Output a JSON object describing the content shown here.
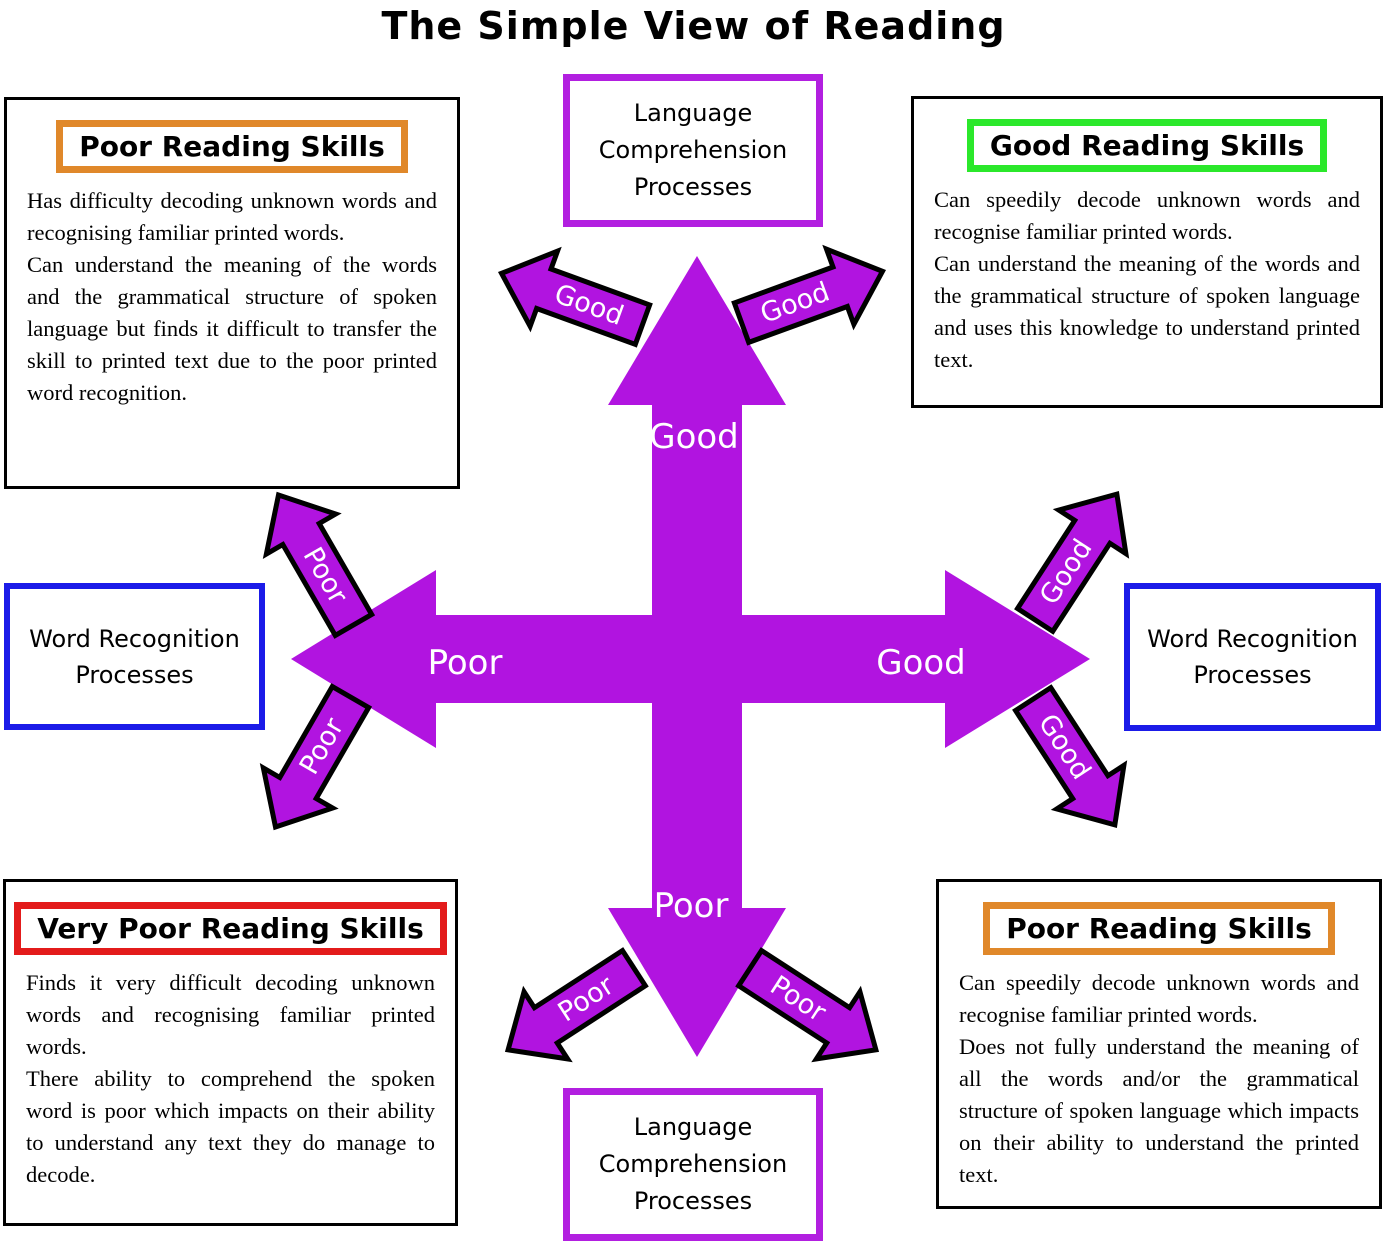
{
  "title": "The Simple View of Reading",
  "colors": {
    "arrow_purple": "#B114E0",
    "center_box_border_purple": "#B21FE0",
    "word_box_border_blue": "#1B1BE8",
    "header_border_orange": "#E0882A",
    "header_border_green": "#2BE82B",
    "header_border_red": "#E31B1B"
  },
  "center_boxes": {
    "top": "Language Comprehension Processes",
    "bottom": "Language Comprehension Processes",
    "left": "Word Recognition Processes",
    "right": "Word Recognition Processes"
  },
  "axis_labels": {
    "vertical_up": "Good",
    "vertical_down": "Poor",
    "horizontal_left": "Poor",
    "horizontal_right": "Good"
  },
  "small_arrows": {
    "top_left": "Good",
    "top_right": "Good",
    "left_upper": "Poor",
    "left_lower": "Poor",
    "right_upper": "Good",
    "right_lower": "Good",
    "bottom_left": "Poor",
    "bottom_right": "Poor"
  },
  "corner_boxes": {
    "top_left": {
      "header": "Poor Reading Skills",
      "body": [
        "Has difficulty decoding unknown words and recognising familiar printed words.",
        "Can understand the meaning of the words and the grammatical structure of spoken language but finds it difficult to transfer the skill to printed text due to the poor printed word recognition."
      ]
    },
    "top_right": {
      "header": "Good Reading Skills",
      "body": [
        "Can speedily decode unknown words and recognise familiar printed words.",
        "Can understand the meaning of the words and the grammatical structure of spoken language and uses this knowledge to understand printed text."
      ]
    },
    "bottom_left": {
      "header": "Very Poor Reading Skills",
      "body": [
        "Finds it very difficult decoding unknown words and recognising familiar printed words.",
        "There ability to comprehend the spoken word is poor which  impacts on their ability to understand any text they do manage to decode."
      ]
    },
    "bottom_right": {
      "header": "Poor Reading Skills",
      "body": [
        "Can speedily decode unknown words and recognise familiar printed words.",
        "Does not fully understand the meaning of all the words and/or the grammatical structure of spoken language which impacts on their ability to understand the printed text."
      ]
    }
  }
}
